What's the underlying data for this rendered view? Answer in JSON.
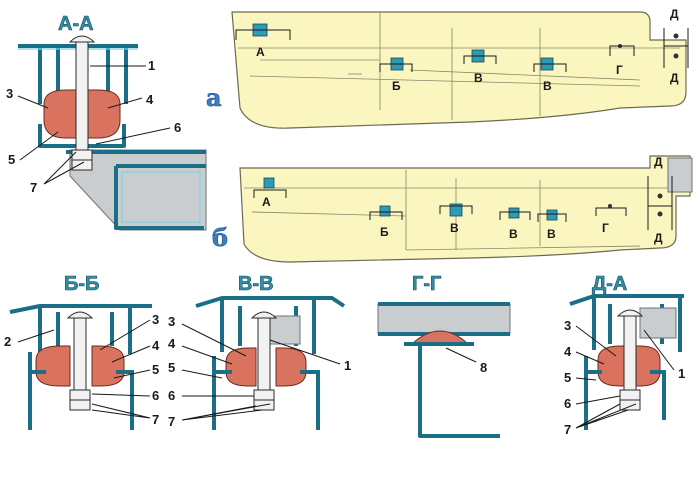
{
  "titles": {
    "aa_top": "А-А",
    "bb": "Б-Б",
    "vv": "В-В",
    "gg": "Г-Г",
    "da": "Д-А"
  },
  "views": {
    "a": "а",
    "b": "б"
  },
  "markers_a": [
    "А",
    "Б",
    "В",
    "В",
    "Г",
    "Д",
    "Д"
  ],
  "markers_b": [
    "А",
    "Б",
    "В",
    "В",
    "В",
    "Г",
    "Д",
    "Д"
  ],
  "callouts": {
    "aa": [
      "1",
      "3",
      "4",
      "5",
      "6",
      "7"
    ],
    "bb": [
      "2",
      "3",
      "4",
      "5",
      "6",
      "7"
    ],
    "vv": [
      "3",
      "4",
      "5",
      "1",
      "6",
      "7"
    ],
    "gg": [
      "8"
    ],
    "da": [
      "3",
      "4",
      "5",
      "6",
      "7",
      "1"
    ]
  },
  "colors": {
    "body": "#fbf6c0",
    "steel": "#2e9ab4",
    "rubber": "#d9735f",
    "title": "#2f8fa6"
  }
}
